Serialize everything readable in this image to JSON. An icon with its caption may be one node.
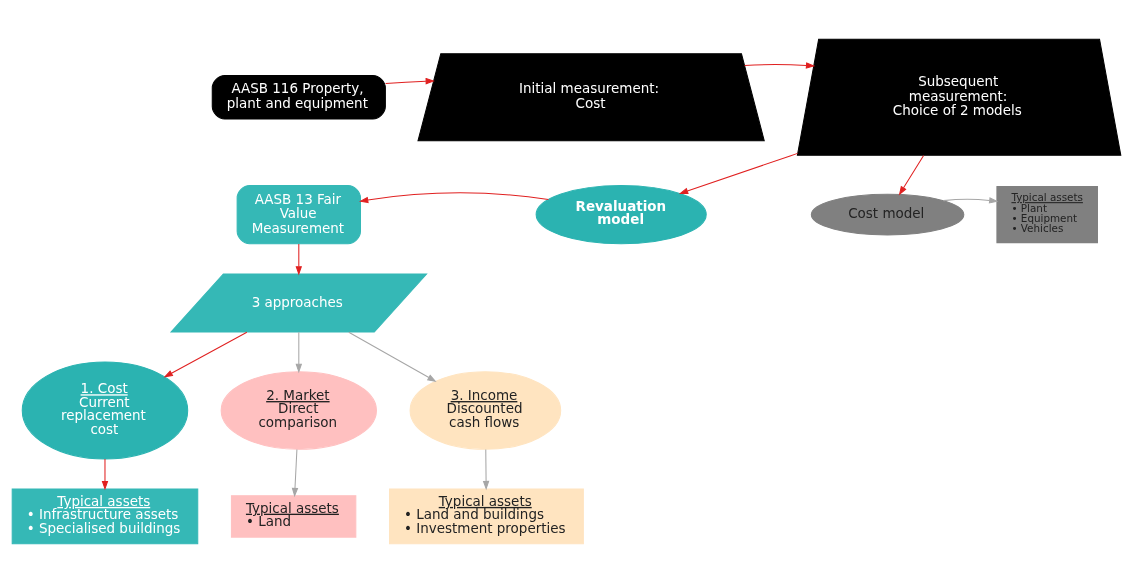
{
  "diagram": {
    "nodes": [
      {
        "text": [
          "AASB 116 Property, plant and equipment"
        ]
      },
      {
        "text": [
          "Initial measurement: Cost"
        ]
      },
      {
        "text": [
          "Subsequent measurement: Choice of 2 models"
        ]
      },
      {
        "text": [
          "Revaluation model"
        ]
      },
      {
        "text": [
          "Cost model"
        ]
      },
      {
        "text": [
          "Typical assets",
          "• Plant",
          "• Equipment",
          "• Vehicles"
        ]
      },
      {
        "text": [
          "AASB 13 Fair Value Measurement"
        ]
      },
      {
        "text": [
          "3 approaches"
        ]
      },
      {
        "text": [
          "1. Cost",
          "Current replacement cost"
        ]
      },
      {
        "text": [
          "2. Market",
          "Direct comparison"
        ]
      },
      {
        "text": [
          "3. Income",
          "Discounted cash flows"
        ]
      },
      {
        "text": [
          "Typical assets",
          "• Infrastructure assets",
          "• Specialised buildings"
        ]
      },
      {
        "text": [
          "Typical assets",
          "• Land"
        ]
      },
      {
        "text": [
          "Typical assets",
          "• Land and buildings",
          "• Investment properties"
        ]
      }
    ],
    "edges": [
      {
        "from": 0,
        "to": 1,
        "arrow": "to"
      },
      {
        "from": 1,
        "to": 2,
        "arrow": "to"
      },
      {
        "from": 2,
        "to": 3,
        "arrow": "to"
      },
      {
        "from": 2,
        "to": 4,
        "arrow": "to"
      },
      {
        "from": 3,
        "to": 6,
        "arrow": "to"
      },
      {
        "from": 4,
        "to": 5,
        "arrow": "to",
        "color": "#a6a6a6"
      },
      {
        "from": 6,
        "to": 7,
        "arrow": "to"
      },
      {
        "from": 7,
        "to": 8,
        "arrow": "to"
      },
      {
        "from": 7,
        "to": 9,
        "arrow": "to",
        "color": "#a6a6a6"
      },
      {
        "from": 7,
        "to": 10,
        "arrow": "to",
        "color": "#a6a6a6"
      },
      {
        "from": 8,
        "to": 11,
        "arrow": "to"
      },
      {
        "from": 9,
        "to": 12,
        "arrow": "to",
        "color": "#a6a6a6"
      },
      {
        "from": 10,
        "to": 13,
        "arrow": "to",
        "color": "#a6a6a6"
      }
    ]
  }
}
